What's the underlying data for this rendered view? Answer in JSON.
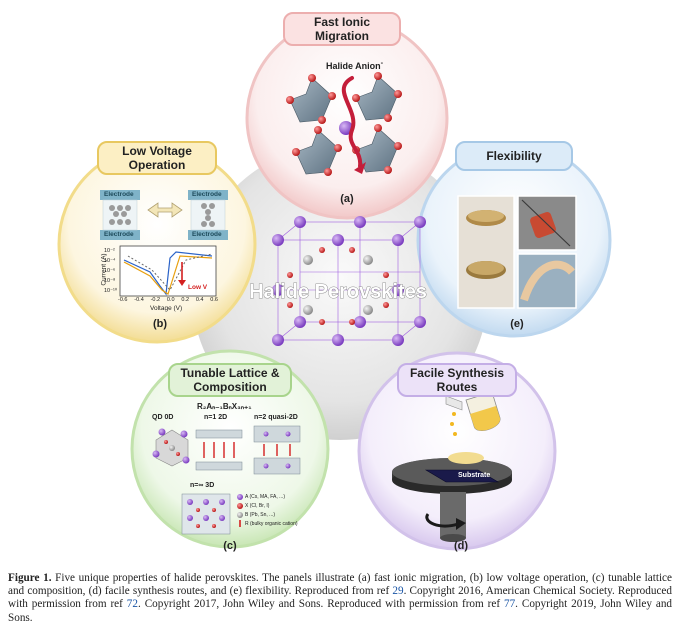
{
  "panels": {
    "a": {
      "title_line1": "Fast Ionic",
      "title_line2": "Migration",
      "letter": "(a)",
      "anion_label": "Halide Anion",
      "anion_sup": "-"
    },
    "b": {
      "title_line1": "Low Voltage",
      "title_line2": "Operation",
      "letter": "(b)",
      "electrode": "Electrode",
      "ylabel": "Current (A)",
      "xlabel": "Voltage (V)",
      "x_ticks": [
        "-0.6",
        "-0.4",
        "-0.2",
        "0.0",
        "0.2",
        "0.4",
        "0.6"
      ],
      "y_ticks": [
        "10⁻²",
        "10⁻⁴",
        "10⁻⁶",
        "10⁻⁸",
        "10⁻¹⁰"
      ],
      "annotation": "Low V"
    },
    "c": {
      "title_line1": "Tunable Lattice &",
      "title_line2": "Composition",
      "letter": "(c)",
      "formula": "R₂Aₙ₋₁BₙX₃ₙ₊₁",
      "qd": "QD 0D",
      "n1": "n=1 2D",
      "n2": "n=2 quasi-2D",
      "ninf": "n=∞ 3D",
      "legend": [
        "A (Cs, MA, FA, ...)",
        "X (Cl, Br, I)",
        "B (Pb, Sn, ...)",
        "R (bulky organic cation)"
      ]
    },
    "d": {
      "title_line1": "Facile Synthesis",
      "title_line2": "Routes",
      "letter": "(d)",
      "substrate": "Substrate"
    },
    "e": {
      "title_line1": "Flexibility",
      "letter": "(e)"
    }
  },
  "center_label": "Halide Perovskites",
  "caption": {
    "label": "Figure 1.",
    "p1": " Five unique properties of halide perovskites. The panels illustrate (a) fast ionic migration, (b) low voltage operation, (c) tunable lattice and composition, (d) facile synthesis routes, and (e) flexibility. Reproduced from ref ",
    "ref1": "29",
    "p2": ". Copyright 2016, American Chemical Society. Reproduced with permission from ref ",
    "ref2": "72",
    "p3": ". Copyright 2017, John Wiley and Sons. Reproduced with permission from ref ",
    "ref3": "77",
    "p4": ". Copyright 2019, John Wiley and Sons."
  },
  "colors": {
    "panel_a": "#e88a8a",
    "panel_b": "#e8c24a",
    "panel_c": "#8cc46a",
    "panel_d": "#b89ad8",
    "panel_e": "#8ab4d8",
    "ref_link": "#1a55a5"
  }
}
